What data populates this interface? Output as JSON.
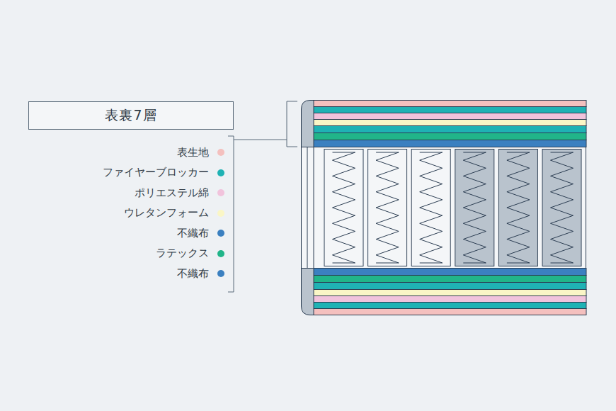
{
  "diagram": {
    "nodes": [
      {
        "text": [
          "表裏7層"
        ]
      }
    ],
    "legend": [
      {
        "text": "表生地",
        "color": "#f4c0be"
      },
      {
        "text": "ファイヤーブロッカー",
        "color": "#1fb2b4"
      },
      {
        "text": "ポリエステル綿",
        "color": "#f1c3dc"
      },
      {
        "text": "ウレタンフォーム",
        "color": "#faf6c6"
      },
      {
        "text": "不織布",
        "color": "#3b80c0"
      },
      {
        "text": "ラテックス",
        "color": "#21b589"
      },
      {
        "text": "不織布",
        "color": "#3b80c0"
      }
    ]
  }
}
